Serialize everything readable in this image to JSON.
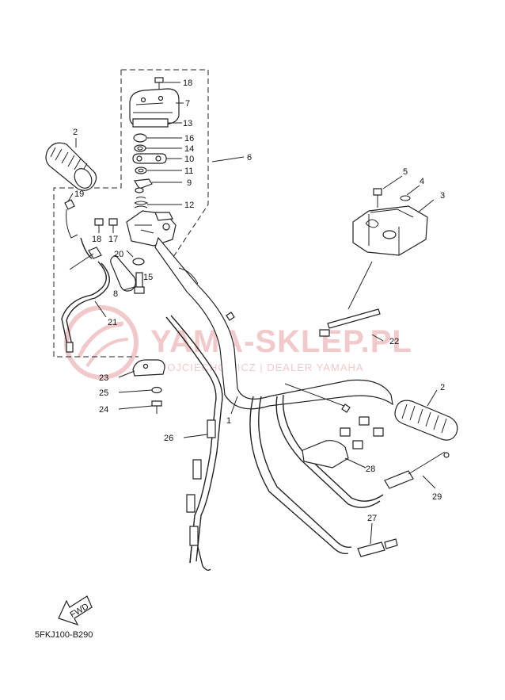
{
  "watermark": {
    "title": "YAMA-SKLEP.PL",
    "subtitle": "WOJCIECHOWICZ | DEALER YAMAHA"
  },
  "diagram_code": "5FKJ100-B290",
  "fwd_label": "FWD",
  "labels": {
    "p1": "1",
    "p2a": "2",
    "p2b": "2",
    "p3": "3",
    "p4": "4",
    "p5": "5",
    "p6": "6",
    "p7": "7",
    "p8": "8",
    "p9": "9",
    "p10": "10",
    "p11": "11",
    "p12": "12",
    "p13": "13",
    "p14": "14",
    "p15": "15",
    "p16": "16",
    "p17": "17",
    "p18a": "18",
    "p18b": "18",
    "p19": "19",
    "p20": "20",
    "p21": "21",
    "p22": "22",
    "p23": "23",
    "p24": "24",
    "p25": "25",
    "p26": "26",
    "p27": "27",
    "p28": "28",
    "p29": "29"
  }
}
